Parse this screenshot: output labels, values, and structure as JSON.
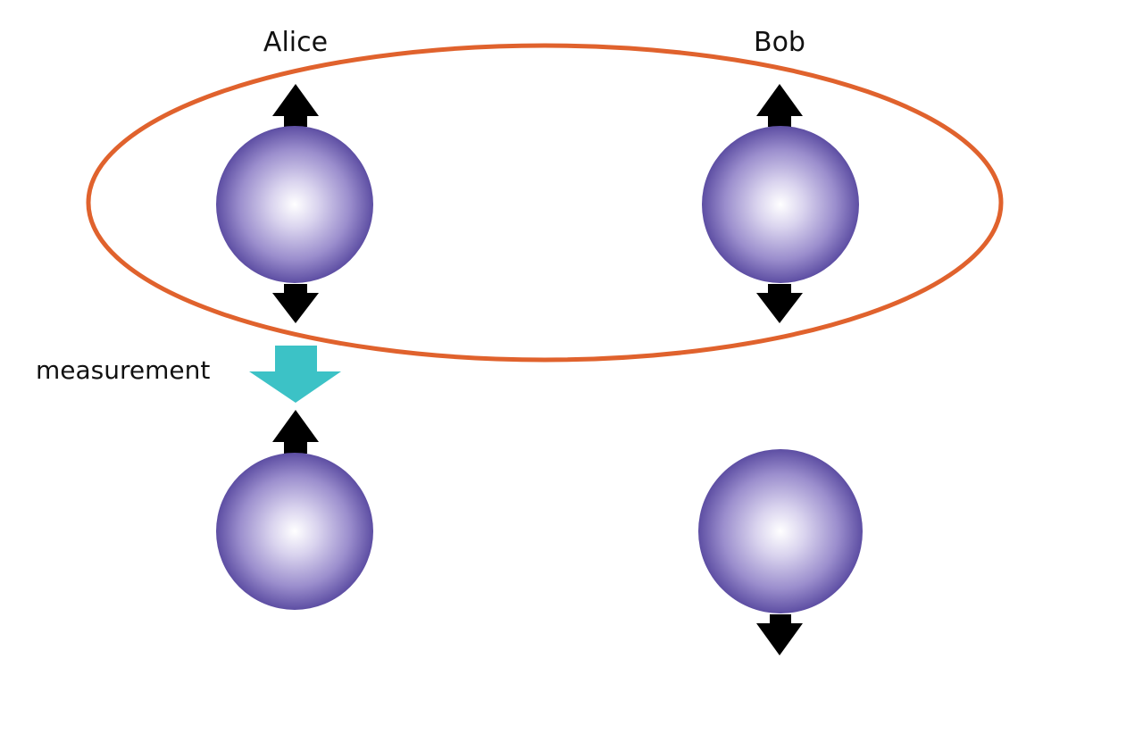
{
  "labels": {
    "alice": "Alice",
    "bob": "Bob",
    "measurement": "measurement"
  },
  "colors": {
    "entanglement_ellipse": "#e0622d",
    "measurement_arrow": "#3cc2c6",
    "spin_arrow": "#000000",
    "particle_edge": "#5d4ea3",
    "particle_center": "#ffffff"
  },
  "states": {
    "before_measurement": {
      "alice": {
        "spin": [
          "up",
          "down"
        ]
      },
      "bob": {
        "spin": [
          "up",
          "down"
        ]
      }
    },
    "after_measurement": {
      "alice": {
        "spin": [
          "up"
        ]
      },
      "bob": {
        "spin": [
          "down"
        ]
      }
    }
  },
  "icons": {
    "spin_up": "arrow-up-icon",
    "spin_down": "arrow-down-icon",
    "measurement": "measurement-arrow-icon"
  }
}
